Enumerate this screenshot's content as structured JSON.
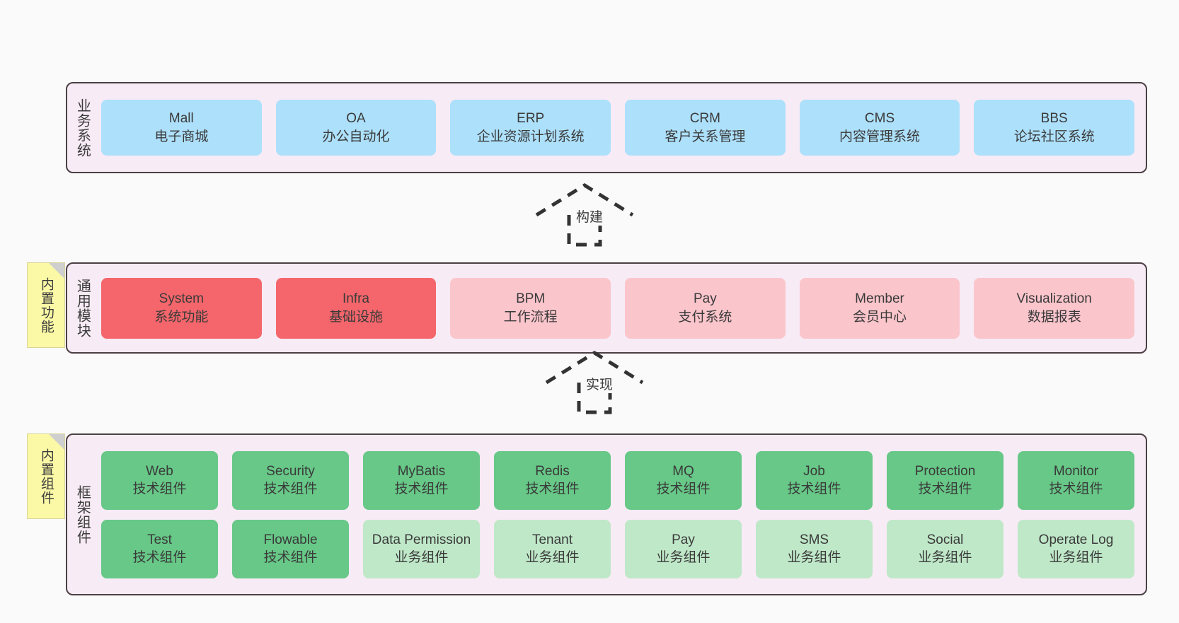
{
  "layers": [
    {
      "id": "business",
      "title": "业务系统",
      "rows": [
        [
          {
            "name": "Mall",
            "sub": "电子商城",
            "color": "blue"
          },
          {
            "name": "OA",
            "sub": "办公自动化",
            "color": "blue"
          },
          {
            "name": "ERP",
            "sub": "企业资源计划系统",
            "color": "blue"
          },
          {
            "name": "CRM",
            "sub": "客户关系管理",
            "color": "blue"
          },
          {
            "name": "CMS",
            "sub": "内容管理系统",
            "color": "blue"
          },
          {
            "name": "BBS",
            "sub": "论坛社区系统",
            "color": "blue"
          }
        ]
      ]
    },
    {
      "id": "modules",
      "title": "通用模块",
      "note": "内置功能",
      "rows": [
        [
          {
            "name": "System",
            "sub": "系统功能",
            "color": "red"
          },
          {
            "name": "Infra",
            "sub": "基础设施",
            "color": "red"
          },
          {
            "name": "BPM",
            "sub": "工作流程",
            "color": "pink"
          },
          {
            "name": "Pay",
            "sub": "支付系统",
            "color": "pink"
          },
          {
            "name": "Member",
            "sub": "会员中心",
            "color": "pink"
          },
          {
            "name": "Visualization",
            "sub": "数据报表",
            "color": "pink"
          }
        ]
      ]
    },
    {
      "id": "framework",
      "title": "框架组件",
      "note": "内置组件",
      "rows": [
        [
          {
            "name": "Web",
            "sub": "技术组件",
            "color": "green"
          },
          {
            "name": "Security",
            "sub": "技术组件",
            "color": "green"
          },
          {
            "name": "MyBatis",
            "sub": "技术组件",
            "color": "green"
          },
          {
            "name": "Redis",
            "sub": "技术组件",
            "color": "green"
          },
          {
            "name": "MQ",
            "sub": "技术组件",
            "color": "green"
          },
          {
            "name": "Job",
            "sub": "技术组件",
            "color": "green"
          },
          {
            "name": "Protection",
            "sub": "技术组件",
            "color": "green"
          },
          {
            "name": "Monitor",
            "sub": "技术组件",
            "color": "green"
          }
        ],
        [
          {
            "name": "Test",
            "sub": "技术组件",
            "color": "green"
          },
          {
            "name": "Flowable",
            "sub": "技术组件",
            "color": "green"
          },
          {
            "name": "Data Permission",
            "sub": "业务组件",
            "color": "lightgreen"
          },
          {
            "name": "Tenant",
            "sub": "业务组件",
            "color": "lightgreen"
          },
          {
            "name": "Pay",
            "sub": "业务组件",
            "color": "lightgreen"
          },
          {
            "name": "SMS",
            "sub": "业务组件",
            "color": "lightgreen"
          },
          {
            "name": "Social",
            "sub": "业务组件",
            "color": "lightgreen"
          },
          {
            "name": "Operate Log",
            "sub": "业务组件",
            "color": "lightgreen"
          }
        ]
      ]
    }
  ],
  "connectors": [
    {
      "id": "build",
      "label": "构建"
    },
    {
      "id": "impl",
      "label": "实现"
    }
  ],
  "colors": {
    "blue": "#ade0fb",
    "red": "#f4666b",
    "pink": "#fbc5cc",
    "green": "#67c887",
    "lightgreen": "#bfe8c8",
    "panel_bg": "#f7ebf5",
    "panel_border": "#4c4043",
    "note_bg": "#fbf9a6",
    "canvas_bg": "#fafafa",
    "connector": "#333333"
  }
}
